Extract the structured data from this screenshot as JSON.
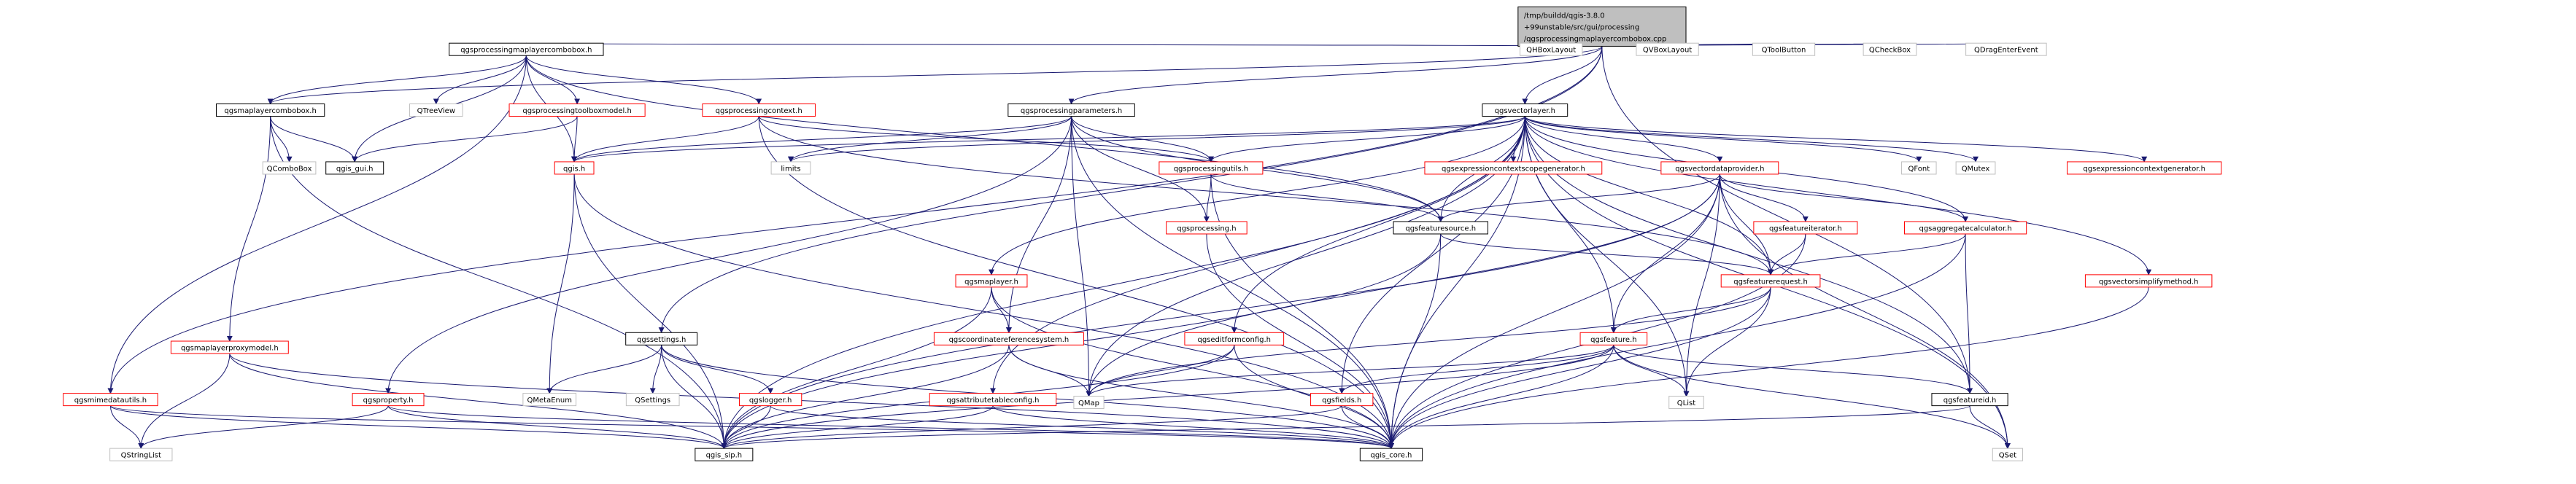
{
  "graph": {
    "root": {
      "lines": [
        "/tmp/buildd/qgis-3.8.0",
        "+99unstable/src/gui/processing",
        "/qgsprocessingmaplayercombobox.cpp"
      ]
    },
    "nodes": [
      {
        "id": "root",
        "label": "qgsprocessingmaplayercombobox.cpp",
        "kind": "root"
      },
      {
        "id": "pmlcb_h",
        "label": "qgsprocessingmaplayercombobox.h",
        "kind": "normal"
      },
      {
        "id": "qhbox",
        "label": "QHBoxLayout",
        "kind": "external"
      },
      {
        "id": "qvbox",
        "label": "QVBoxLayout",
        "kind": "external"
      },
      {
        "id": "qtoolbtn",
        "label": "QToolButton",
        "kind": "external"
      },
      {
        "id": "qcheckbox",
        "label": "QCheckBox",
        "kind": "external"
      },
      {
        "id": "qdragenter",
        "label": "QDragEnterEvent",
        "kind": "external"
      },
      {
        "id": "mlcb_h",
        "label": "qgsmaplayercombobox.h",
        "kind": "normal"
      },
      {
        "id": "qtreeview",
        "label": "QTreeView",
        "kind": "external"
      },
      {
        "id": "ptbm_h",
        "label": "qgsprocessingtoolboxmodel.h",
        "kind": "red"
      },
      {
        "id": "pctx_h",
        "label": "qgsprocessingcontext.h",
        "kind": "red"
      },
      {
        "id": "pparams_h",
        "label": "qgsprocessingparameters.h",
        "kind": "normal"
      },
      {
        "id": "vl_h",
        "label": "qgsvectorlayer.h",
        "kind": "normal"
      },
      {
        "id": "qcombobox",
        "label": "QComboBox",
        "kind": "external"
      },
      {
        "id": "gisgui_h",
        "label": "qgis_gui.h",
        "kind": "normal"
      },
      {
        "id": "qgis_h",
        "label": "qgis.h",
        "kind": "red"
      },
      {
        "id": "limits",
        "label": "limits",
        "kind": "external"
      },
      {
        "id": "putils_h",
        "label": "qgsprocessingutils.h",
        "kind": "red"
      },
      {
        "id": "ecsg_h",
        "label": "qgsexpressioncontextscopegenerator.h",
        "kind": "red"
      },
      {
        "id": "vdp_h",
        "label": "qgsvectordataprovider.h",
        "kind": "red"
      },
      {
        "id": "qfont",
        "label": "QFont",
        "kind": "external"
      },
      {
        "id": "qmutex",
        "label": "QMutex",
        "kind": "external"
      },
      {
        "id": "ecg_h",
        "label": "qgsexpressioncontextgenerator.h",
        "kind": "red"
      },
      {
        "id": "mlpm_h",
        "label": "qgsmaplayerproxymodel.h",
        "kind": "red"
      },
      {
        "id": "proc_h",
        "label": "qgsprocessing.h",
        "kind": "red"
      },
      {
        "id": "fsrc_h",
        "label": "qgsfeaturesource.h",
        "kind": "normal"
      },
      {
        "id": "fiter_h",
        "label": "qgsfeatureiterator.h",
        "kind": "red"
      },
      {
        "id": "aggcalc_h",
        "label": "qgsaggregatecalculator.h",
        "kind": "red"
      },
      {
        "id": "maplayer_h",
        "label": "qgsmaplayer.h",
        "kind": "red"
      },
      {
        "id": "freq_h",
        "label": "qgsfeaturerequest.h",
        "kind": "red"
      },
      {
        "id": "vsm_h",
        "label": "qgsvectorsimplifymethod.h",
        "kind": "red"
      },
      {
        "id": "settings_h",
        "label": "qgssettings.h",
        "kind": "normal"
      },
      {
        "id": "crs_h",
        "label": "qgscoordinatereferencesystem.h",
        "kind": "red"
      },
      {
        "id": "efc_h",
        "label": "qgseditformconfig.h",
        "kind": "red"
      },
      {
        "id": "feat_h",
        "label": "qgsfeature.h",
        "kind": "red"
      },
      {
        "id": "mimeutils_h",
        "label": "qgsmimedatautils.h",
        "kind": "red"
      },
      {
        "id": "prop_h",
        "label": "qgsproperty.h",
        "kind": "red"
      },
      {
        "id": "qmetaenum",
        "label": "QMetaEnum",
        "kind": "external"
      },
      {
        "id": "qsettings",
        "label": "QSettings",
        "kind": "external"
      },
      {
        "id": "logger_h",
        "label": "qgslogger.h",
        "kind": "red"
      },
      {
        "id": "atc_h",
        "label": "qgsattributetableconfig.h",
        "kind": "red"
      },
      {
        "id": "fields_h",
        "label": "qgsfields.h",
        "kind": "red"
      },
      {
        "id": "qmap",
        "label": "QMap",
        "kind": "external"
      },
      {
        "id": "qlist",
        "label": "QList",
        "kind": "external"
      },
      {
        "id": "fid_h",
        "label": "qgsfeatureid.h",
        "kind": "normal"
      },
      {
        "id": "qstringlist",
        "label": "QStringList",
        "kind": "external"
      },
      {
        "id": "sip_h",
        "label": "qgis_sip.h",
        "kind": "normal"
      },
      {
        "id": "core_h",
        "label": "qgis_core.h",
        "kind": "normal"
      },
      {
        "id": "qset",
        "label": "QSet",
        "kind": "external"
      }
    ],
    "edges": [
      [
        "root",
        "pmlcb_h"
      ],
      [
        "root",
        "qhbox"
      ],
      [
        "root",
        "qvbox"
      ],
      [
        "root",
        "qtoolbtn"
      ],
      [
        "root",
        "qcheckbox"
      ],
      [
        "root",
        "qdragenter"
      ],
      [
        "root",
        "mimeutils_h"
      ],
      [
        "root",
        "settings_h"
      ],
      [
        "root",
        "pparams_h"
      ],
      [
        "root",
        "vl_h"
      ],
      [
        "root",
        "fid_h"
      ],
      [
        "root",
        "mlcb_h"
      ],
      [
        "pmlcb_h",
        "mlcb_h"
      ],
      [
        "pmlcb_h",
        "qtreeview"
      ],
      [
        "pmlcb_h",
        "ptbm_h"
      ],
      [
        "pmlcb_h",
        "pctx_h"
      ],
      [
        "pmlcb_h",
        "gisgui_h"
      ],
      [
        "pmlcb_h",
        "qgis_h"
      ],
      [
        "pmlcb_h",
        "mimeutils_h"
      ],
      [
        "pmlcb_h",
        "fsrc_h"
      ],
      [
        "mlcb_h",
        "qcombobox"
      ],
      [
        "mlcb_h",
        "gisgui_h"
      ],
      [
        "mlcb_h",
        "mlpm_h"
      ],
      [
        "mlcb_h",
        "sip_h"
      ],
      [
        "ptbm_h",
        "gisgui_h"
      ],
      [
        "ptbm_h",
        "qgis_h"
      ],
      [
        "pctx_h",
        "qgis_h"
      ],
      [
        "pctx_h",
        "putils_h"
      ],
      [
        "pctx_h",
        "freq_h"
      ],
      [
        "pctx_h",
        "core_h"
      ],
      [
        "pparams_h",
        "qgis_h"
      ],
      [
        "pparams_h",
        "limits"
      ],
      [
        "pparams_h",
        "putils_h"
      ],
      [
        "pparams_h",
        "proc_h"
      ],
      [
        "pparams_h",
        "fsrc_h"
      ],
      [
        "pparams_h",
        "prop_h"
      ],
      [
        "pparams_h",
        "crs_h"
      ],
      [
        "pparams_h",
        "core_h"
      ],
      [
        "pparams_h",
        "qmap"
      ],
      [
        "vl_h",
        "qgis_h"
      ],
      [
        "vl_h",
        "limits"
      ],
      [
        "vl_h",
        "putils_h"
      ],
      [
        "vl_h",
        "ecsg_h"
      ],
      [
        "vl_h",
        "vdp_h"
      ],
      [
        "vl_h",
        "qfont"
      ],
      [
        "vl_h",
        "qmutex"
      ],
      [
        "vl_h",
        "ecg_h"
      ],
      [
        "vl_h",
        "fsrc_h"
      ],
      [
        "vl_h",
        "maplayer_h"
      ],
      [
        "vl_h",
        "efc_h"
      ],
      [
        "vl_h",
        "atc_h"
      ],
      [
        "vl_h",
        "fields_h"
      ],
      [
        "vl_h",
        "qmap"
      ],
      [
        "vl_h",
        "qlist"
      ],
      [
        "vl_h",
        "freq_h"
      ],
      [
        "vl_h",
        "vsm_h"
      ],
      [
        "vl_h",
        "fid_h"
      ],
      [
        "vl_h",
        "qset"
      ],
      [
        "vl_h",
        "sip_h"
      ],
      [
        "vl_h",
        "core_h"
      ],
      [
        "vl_h",
        "aggcalc_h"
      ],
      [
        "vl_h",
        "feat_h"
      ],
      [
        "qgis_h",
        "qmetaenum"
      ],
      [
        "qgis_h",
        "sip_h"
      ],
      [
        "qgis_h",
        "core_h"
      ],
      [
        "putils_h",
        "proc_h"
      ],
      [
        "putils_h",
        "fsrc_h"
      ],
      [
        "putils_h",
        "core_h"
      ],
      [
        "vdp_h",
        "fsrc_h"
      ],
      [
        "vdp_h",
        "fiter_h"
      ],
      [
        "vdp_h",
        "aggcalc_h"
      ],
      [
        "vdp_h",
        "freq_h"
      ],
      [
        "vdp_h",
        "feat_h"
      ],
      [
        "vdp_h",
        "qmap"
      ],
      [
        "vdp_h",
        "qlist"
      ],
      [
        "vdp_h",
        "qset"
      ],
      [
        "vdp_h",
        "sip_h"
      ],
      [
        "vdp_h",
        "core_h"
      ],
      [
        "mlpm_h",
        "qstringlist"
      ],
      [
        "mlpm_h",
        "sip_h"
      ],
      [
        "mlpm_h",
        "core_h"
      ],
      [
        "proc_h",
        "core_h"
      ],
      [
        "fsrc_h",
        "freq_h"
      ],
      [
        "fsrc_h",
        "sip_h"
      ],
      [
        "fsrc_h",
        "core_h"
      ],
      [
        "fiter_h",
        "freq_h"
      ],
      [
        "fiter_h",
        "core_h"
      ],
      [
        "aggcalc_h",
        "freq_h"
      ],
      [
        "aggcalc_h",
        "fid_h"
      ],
      [
        "aggcalc_h",
        "core_h"
      ],
      [
        "maplayer_h",
        "crs_h"
      ],
      [
        "maplayer_h",
        "sip_h"
      ],
      [
        "maplayer_h",
        "core_h"
      ],
      [
        "freq_h",
        "feat_h"
      ],
      [
        "freq_h",
        "qlist"
      ],
      [
        "freq_h",
        "qmap"
      ],
      [
        "freq_h",
        "core_h"
      ],
      [
        "vsm_h",
        "core_h"
      ],
      [
        "settings_h",
        "qmetaenum"
      ],
      [
        "settings_h",
        "qsettings"
      ],
      [
        "settings_h",
        "logger_h"
      ],
      [
        "settings_h",
        "sip_h"
      ],
      [
        "settings_h",
        "core_h"
      ],
      [
        "crs_h",
        "qmap"
      ],
      [
        "crs_h",
        "sip_h"
      ],
      [
        "crs_h",
        "core_h"
      ],
      [
        "efc_h",
        "qmap"
      ],
      [
        "efc_h",
        "sip_h"
      ],
      [
        "efc_h",
        "core_h"
      ],
      [
        "feat_h",
        "qmap"
      ],
      [
        "feat_h",
        "qlist"
      ],
      [
        "feat_h",
        "fields_h"
      ],
      [
        "feat_h",
        "fid_h"
      ],
      [
        "feat_h",
        "qset"
      ],
      [
        "feat_h",
        "sip_h"
      ],
      [
        "feat_h",
        "core_h"
      ],
      [
        "mimeutils_h",
        "qstringlist"
      ],
      [
        "mimeutils_h",
        "sip_h"
      ],
      [
        "mimeutils_h",
        "core_h"
      ],
      [
        "prop_h",
        "qstringlist"
      ],
      [
        "prop_h",
        "sip_h"
      ],
      [
        "prop_h",
        "core_h"
      ],
      [
        "logger_h",
        "sip_h"
      ],
      [
        "logger_h",
        "core_h"
      ],
      [
        "atc_h",
        "sip_h"
      ],
      [
        "atc_h",
        "core_h"
      ],
      [
        "fields_h",
        "sip_h"
      ],
      [
        "fields_h",
        "core_h"
      ],
      [
        "fid_h",
        "qset"
      ],
      [
        "fid_h",
        "sip_h"
      ]
    ],
    "colors": {
      "root_fill": "#bfbfbf",
      "normal_border": "#000000",
      "red_border": "#ff0000",
      "external_border": "#bfbfbf",
      "external_text": "#000000",
      "edge": "#191970"
    }
  }
}
